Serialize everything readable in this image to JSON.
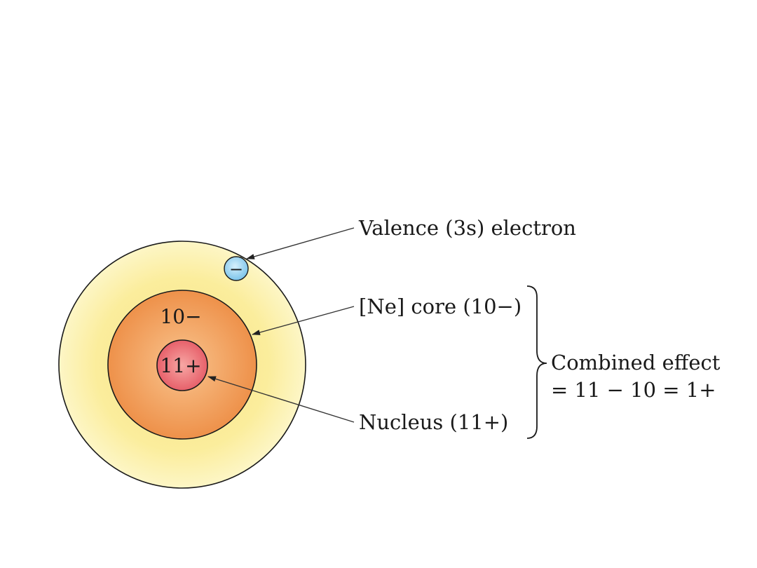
{
  "diagram": {
    "labels": {
      "valence": "Valence (3s) electron",
      "core": "[Ne] core (10−)",
      "nucleus": "Nucleus (11+)",
      "combined_line1": "Combined effect",
      "combined_line2": "= 11 − 10 = 1+"
    },
    "inner": {
      "core_charge": "10−",
      "nucleus_charge": "11+",
      "electron_sign": "−"
    },
    "colors": {
      "outer_shell": "#fbf0a0",
      "outer_shell_edge": "#fff9d8",
      "core": "#ef9a4c",
      "core_light": "#f8c38d",
      "nucleus": "#e9646a",
      "nucleus_light": "#f7aaaa",
      "electron": "#8fd0f0"
    }
  }
}
